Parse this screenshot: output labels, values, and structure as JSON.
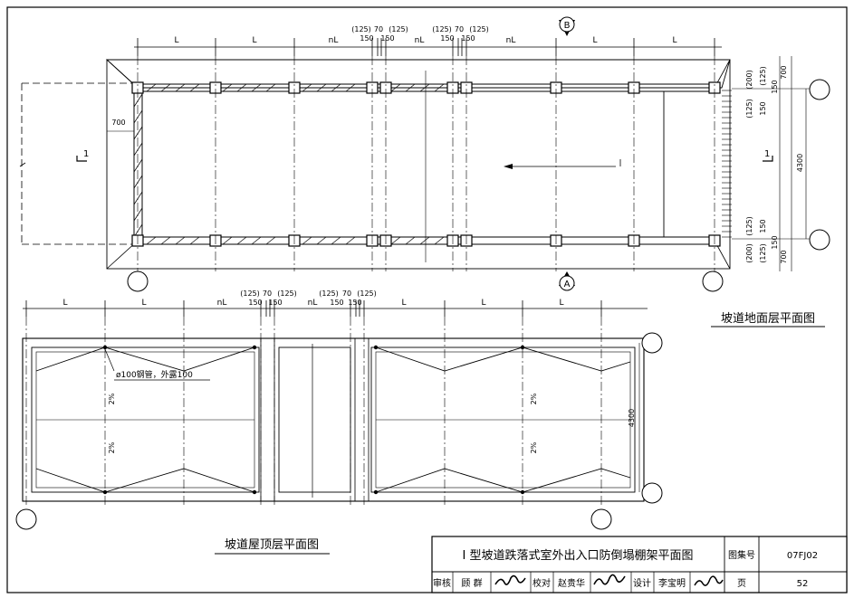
{
  "plans": {
    "ground": {
      "title": "坡道地面层平面图",
      "dims_top": [
        "L",
        "L",
        "nL",
        "nL",
        "nL",
        "L",
        "L"
      ],
      "dims_small_a": [
        "(125)",
        "70",
        "(125)",
        "150",
        "150"
      ],
      "dims_small_b": [
        "(125)",
        "70",
        "(125)",
        "150",
        "150"
      ],
      "dim_left": "700",
      "section_mark": "1",
      "axis_b": "B",
      "axis_a": "A",
      "dims_right_top": [
        "(200)",
        "(125)",
        "700",
        "150",
        "(125)",
        "150"
      ],
      "dims_right_bottom": [
        "(125)",
        "150",
        "(200)",
        "(125)",
        "700",
        "150"
      ],
      "dim_span": "4300"
    },
    "roof": {
      "title": "坡道屋顶层平面图",
      "dims_top": [
        "L",
        "L",
        "nL",
        "nL",
        "L",
        "L",
        "L"
      ],
      "dims_small_a": [
        "(125)",
        "70",
        "(125)",
        "150",
        "150"
      ],
      "dims_small_b": [
        "(125)",
        "70",
        "(125)",
        "150",
        "150"
      ],
      "pipe_note": "ø100钢管，外露100",
      "slope": [
        "2%",
        "2%",
        "2%",
        "2%"
      ],
      "dim_span": "4300"
    }
  },
  "title_block": {
    "drawing_title": "I 型坡道跌落式室外出入口防倒塌棚架平面图",
    "atlas_label": "图集号",
    "atlas_no": "07FJ02",
    "review_label": "审核",
    "reviewer": "顾 群",
    "check_label": "校对",
    "checker": "赵贵华",
    "design_label": "设计",
    "designer": "李宝明",
    "page_label": "页",
    "page_no": "52"
  }
}
